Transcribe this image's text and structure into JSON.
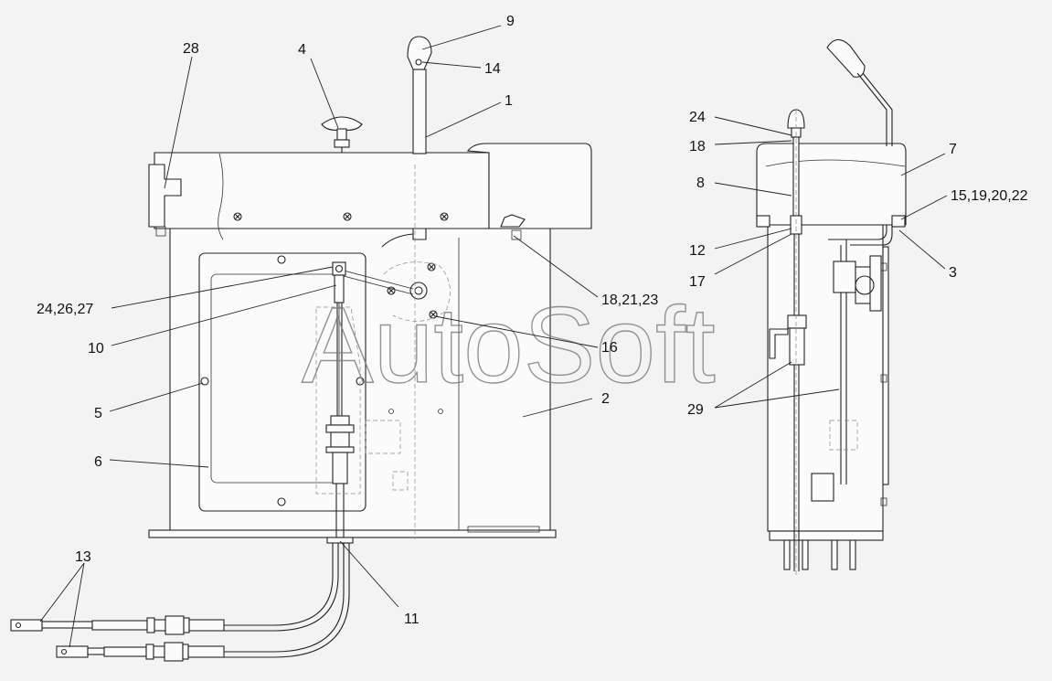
{
  "watermark": "AutoSoft",
  "labels": {
    "l28": "28",
    "l4": "4",
    "l9": "9",
    "l14": "14",
    "l1": "1",
    "l24_26_27": "24,26,27",
    "l10": "10",
    "l5": "5",
    "l6": "6",
    "l2": "2",
    "l16": "16",
    "l18_21_23": "18,21,23",
    "l11": "11",
    "l13": "13",
    "l24": "24",
    "l18": "18",
    "l8": "8",
    "l12": "12",
    "l17": "17",
    "l7": "7",
    "l15_19_20_22": "15,19,20,22",
    "l3": "3",
    "l29": "29"
  }
}
